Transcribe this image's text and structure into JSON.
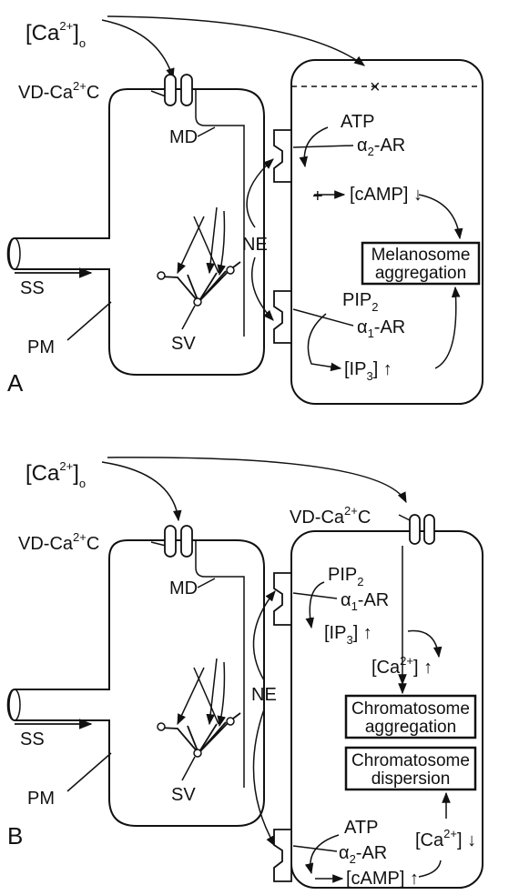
{
  "panels": [
    {
      "letter": "A",
      "ca_out": {
        "main": "[Ca",
        "sup": "2+",
        "close": "]",
        "sub": "o"
      },
      "vd_channel": {
        "main": "VD-Ca",
        "sup": "2+",
        "end": "C"
      },
      "md": "MD",
      "ne": "NE",
      "ss": "SS",
      "pm": "PM",
      "sv": "SV",
      "top_receptor": {
        "substrate": "ATP",
        "receptor_pre": "α",
        "receptor_sub": "2",
        "receptor_post": "-AR"
      },
      "top_messenger": "[cAMP] ↓",
      "bottom_receptor": {
        "substrate_main": "PIP",
        "substrate_sub": "2",
        "receptor_pre": "α",
        "receptor_sub": "1",
        "receptor_post": "-AR"
      },
      "bottom_messenger": {
        "main": "[IP",
        "sub": "3",
        "post": "] ↑"
      },
      "response": [
        "Melanosome",
        "aggregation"
      ],
      "inhibit_mark": "×",
      "plus_mark": "+"
    },
    {
      "letter": "B",
      "ca_out": {
        "main": "[Ca",
        "sup": "2+",
        "close": "]",
        "sub": "o"
      },
      "vd_channel": {
        "main": "VD-Ca",
        "sup": "2+",
        "end": "C"
      },
      "vd_channel_target": {
        "main": "VD-Ca",
        "sup": "2+",
        "end": "C"
      },
      "md": "MD",
      "ne": "NE",
      "ss": "SS",
      "pm": "PM",
      "sv": "SV",
      "top_receptor": {
        "substrate_main": "PIP",
        "substrate_sub": "2",
        "receptor_pre": "α",
        "receptor_sub": "1",
        "receptor_post": "-AR"
      },
      "top_messenger": {
        "main": "[IP",
        "sub": "3",
        "post": "] ↑"
      },
      "ca_in_up": {
        "main": "[Ca",
        "sup": "2+",
        "post": "] ↑"
      },
      "ca_in_down": {
        "main": "[Ca",
        "sup": "2+",
        "post": "] ↓"
      },
      "bottom_receptor": {
        "substrate": "ATP",
        "receptor_pre": "α",
        "receptor_sub": "2",
        "receptor_post": "-AR"
      },
      "bottom_messenger": "[cAMP] ↑",
      "response_top": [
        "Chromatosome",
        "aggregation"
      ],
      "response_bottom": [
        "Chromatosome",
        "dispersion"
      ]
    }
  ]
}
